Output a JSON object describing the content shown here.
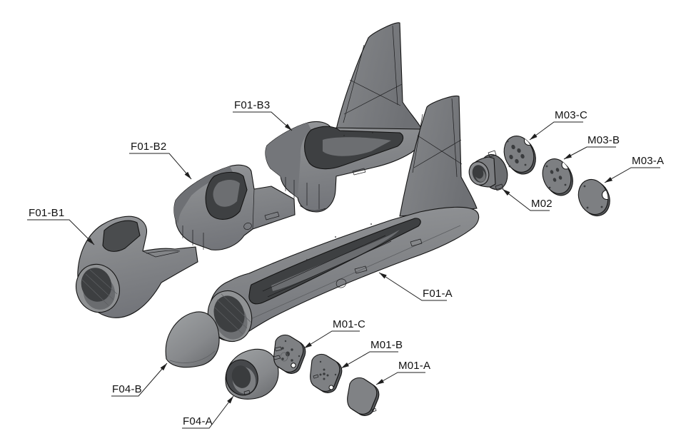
{
  "figure": {
    "kind": "exploded-assembly-diagram",
    "background": "#ffffff"
  },
  "colors": {
    "outline": "#141414",
    "leader_line": "#1f1f1f",
    "label_text": "#111111",
    "surface_light": "#97999b",
    "surface_mid": "#84868a",
    "surface_dark": "#6c6e71",
    "cavity": "#3e4042",
    "plate_face": "#7e8083",
    "edge_shadow": "#55575a"
  },
  "labels": {
    "f01_b3": {
      "text": "F01-B3"
    },
    "f01_b2": {
      "text": "F01-B2"
    },
    "f01_b1": {
      "text": "F01-B1"
    },
    "m03_c": {
      "text": "M03-C"
    },
    "m03_b": {
      "text": "M03-B"
    },
    "m03_a": {
      "text": "M03-A"
    },
    "m02": {
      "text": "M02"
    },
    "f01_a": {
      "text": "F01-A"
    },
    "m01_c": {
      "text": "M01-C"
    },
    "m01_b": {
      "text": "M01-B"
    },
    "m01_a": {
      "text": "M01-A"
    },
    "f04_b": {
      "text": "F04-B"
    },
    "f04_a": {
      "text": "F04-A"
    }
  }
}
